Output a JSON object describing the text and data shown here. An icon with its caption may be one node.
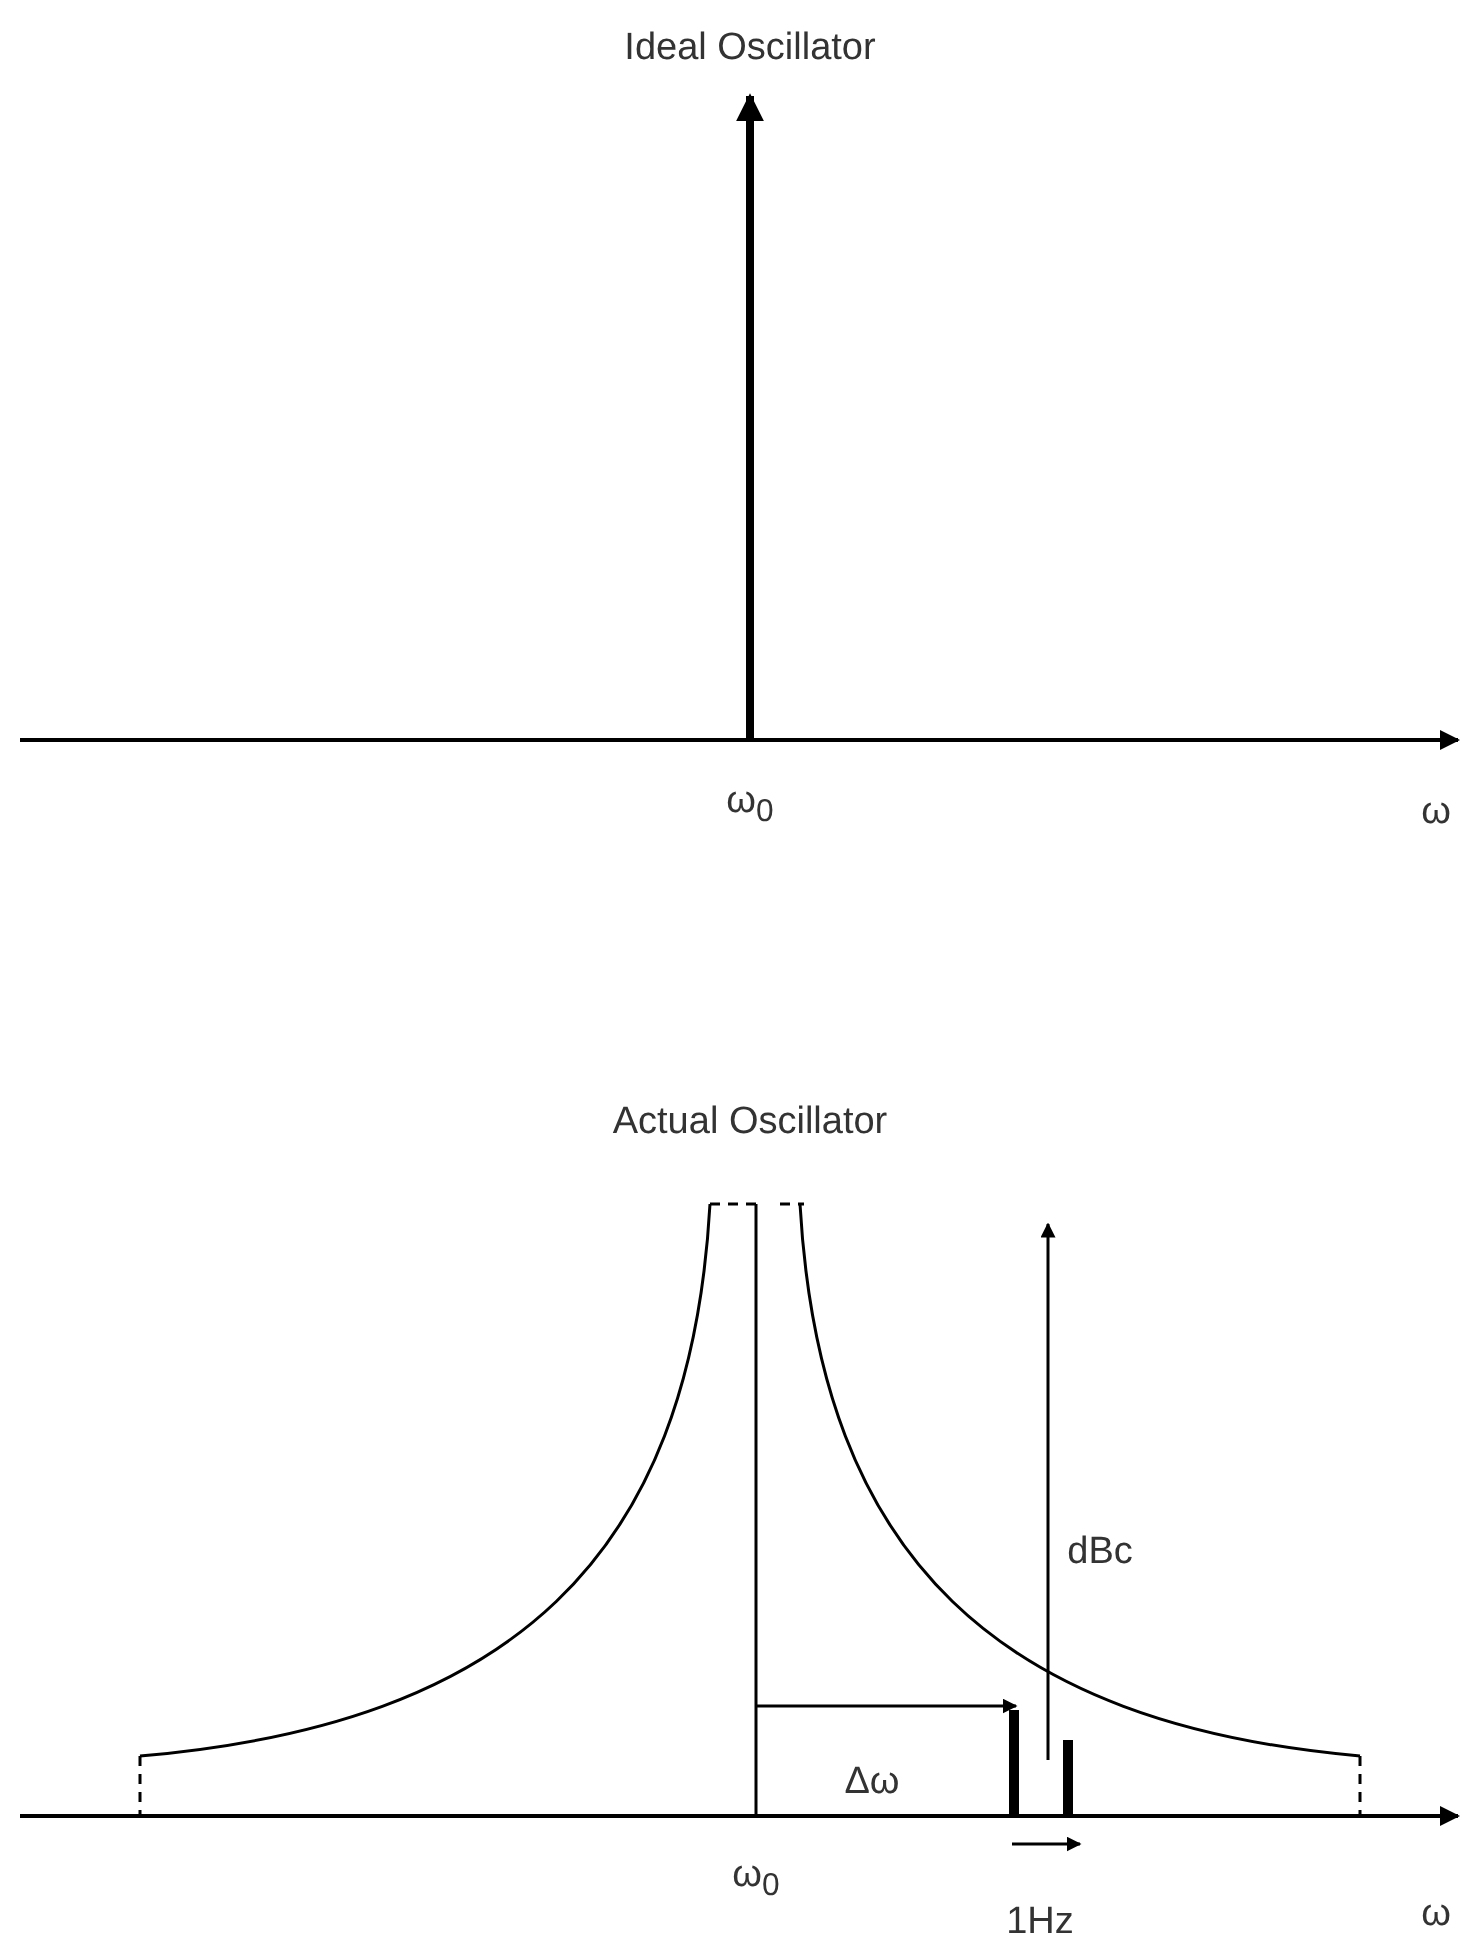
{
  "diagram": {
    "labels": [
      "Ideal Oscillator",
      "ω$_{0}$",
      "ω",
      "Actual Oscillator",
      "dBc",
      "Δω",
      "ω$_{0}$",
      "1Hz",
      "ω"
    ]
  }
}
